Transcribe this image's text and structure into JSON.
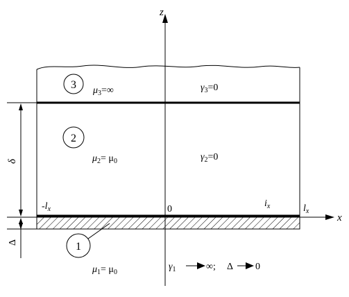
{
  "axes": {
    "z": "z",
    "x": "x",
    "origin": "0"
  },
  "regions": [
    {
      "number": "3",
      "mu_symbol": "μ",
      "mu_sub": "3",
      "mu_eq": "=∞",
      "gamma_symbol": "γ",
      "gamma_sub": "3",
      "gamma_eq": "=0"
    },
    {
      "number": "2",
      "mu_symbol": "μ",
      "mu_sub": "2",
      "mu_eq": "= μ",
      "mu_eq_sub": "0",
      "gamma_symbol": "γ",
      "gamma_sub": "2",
      "gamma_eq": "=0"
    },
    {
      "number": "1",
      "mu_symbol": "μ",
      "mu_sub": "1",
      "mu_eq": "= μ",
      "mu_eq_sub": "0"
    }
  ],
  "dimensions": {
    "delta_gap": "δ",
    "Delta_thickness": "Δ"
  },
  "current_labels": {
    "minus_l": "-l",
    "minus_l_sub": "x",
    "i": "i",
    "i_sub": "x",
    "l": "l",
    "l_sub": "x"
  },
  "condition": {
    "gamma_symbol": "γ",
    "gamma_sub": "1",
    "arrow1_to": "∞;",
    "Delta": "Δ",
    "arrow2_to": "0"
  }
}
